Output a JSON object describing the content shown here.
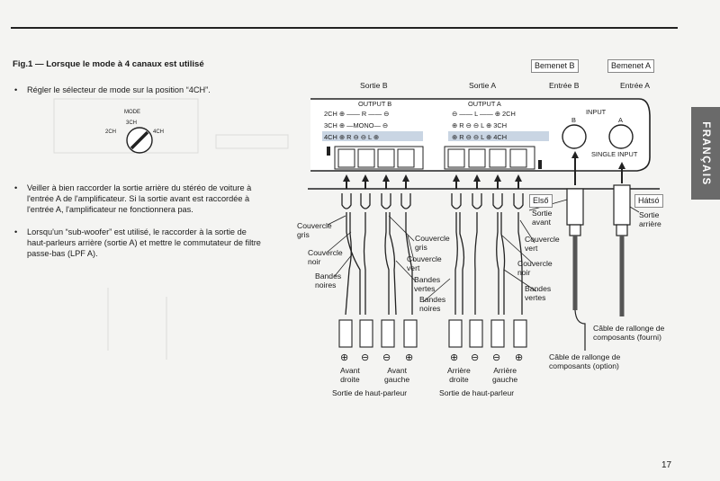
{
  "figure": {
    "title": "Fig.1 — Lorsque le mode à 4 canaux est utilisé",
    "instructions": [
      "Régler le sélecteur de mode sur la position “4CH”.",
      "Veiller à bien raccorder la sortie arrière du stéréo de voiture à l'entrée A de l'amplificateur. Si la sortie avant est raccordée à l'entrée A, l'amplificateur ne fonctionnera pas.",
      "Lorsqu'un “sub-woofer” est utilisé, le raccorder à la sortie de haut-parleurs arrière (sortie A) et mettre le commutateur de filtre passe-bas (LPF A)."
    ],
    "mode_switch": {
      "label": "MODE",
      "positions": [
        "2CH",
        "3CH",
        "4CH"
      ]
    },
    "side_tab": "FRANÇAIS",
    "page_number": "17"
  },
  "diagram": {
    "header_labels": {
      "sortie_b": "Sortie B",
      "sortie_a": "Sortie A",
      "entree_b": "Entrée B",
      "entree_a": "Entrée A"
    },
    "overlay_labels": {
      "bemenet_b": "Bemenet B",
      "bemenet_a": "Bemenet A",
      "elso": "Első",
      "hatso": "Hátsó"
    },
    "panel": {
      "output_b": "OUTPUT B",
      "output_a": "OUTPUT A",
      "input": "INPUT",
      "single_input": "SINGLE INPUT",
      "jack_b": "B",
      "jack_a": "A",
      "row_2ch_b": "2CH ⊕ —— R —— ⊖",
      "row_3ch_b": "3CH ⊕ —MONO— ⊖",
      "row_4ch_b": "4CH ⊕ R ⊖   ⊖ L ⊕",
      "row_2ch_a": "⊖ —— L —— ⊕ 2CH",
      "row_3ch_a": "⊕ R ⊖   ⊖ L ⊕ 3CH",
      "row_4ch_a": "⊕ R ⊖   ⊖ L ⊕ 4CH"
    },
    "wire_labels": {
      "couvercle_gris_left": "Couvercle\ngris",
      "couvercle_noir_left": "Couvercle\nnoir",
      "bandes_noires_left": "Bandes\nnoires",
      "couvercle_gris_mid": "Couvercle\ngris",
      "couvercle_vert_mid": "Couvercle\nvert",
      "bandes_vertes_mid": "Bandes\nvertes",
      "bandes_noires_mid": "Bandes\nnoires",
      "sortie_avant": "Sortie\navant",
      "couvercle_vert_right": "Couvercle\nvert",
      "couvercle_noir_right": "Couvercle\nnoir",
      "bandes_vertes_right": "Bandes\nvertes",
      "sortie_arriere": "Sortie\narrière",
      "cable_fourni": "Câble de rallonge de\ncomposants (fourni)",
      "cable_option": "Câble de rallonge de\ncomposants (option)"
    },
    "speaker_labels": {
      "avant_droite": "Avant\ndroite",
      "avant_gauche": "Avant\ngauche",
      "arriere_droite": "Arrière\ndroite",
      "arriere_gauche": "Arrière\ngauche",
      "sortie_hp_1": "Sortie de haut-parleur",
      "sortie_hp_2": "Sortie de haut-parleur",
      "plus": "⊕",
      "minus": "⊖"
    }
  }
}
